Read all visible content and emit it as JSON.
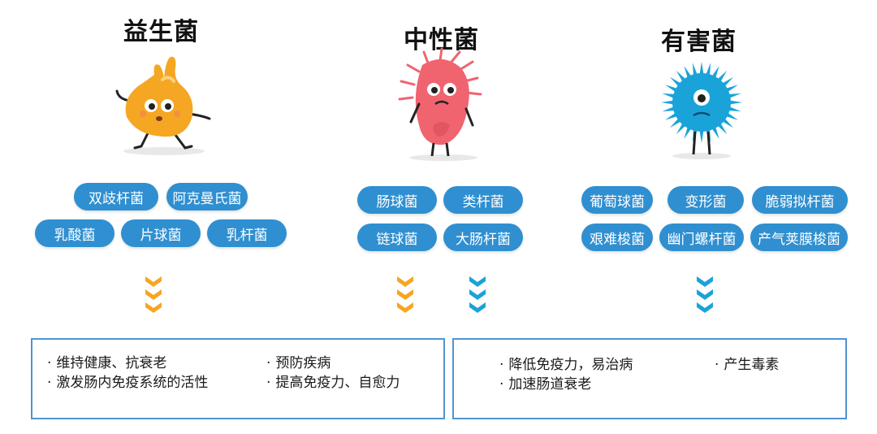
{
  "categories": {
    "good": {
      "title": "益生菌",
      "color": "#f5a623",
      "bacteria": [
        "双歧杆菌",
        "阿克曼氏菌",
        "乳酸菌",
        "片球菌",
        "乳杆菌"
      ]
    },
    "neutral": {
      "title": "中性菌",
      "color": "#f06470",
      "bacteria": [
        "肠球菌",
        "类杆菌",
        "链球菌",
        "大肠杆菌"
      ]
    },
    "harmful": {
      "title": "有害菌",
      "color": "#1aa3d9",
      "bacteria": [
        "葡萄球菌",
        "变形菌",
        "脆弱拟杆菌",
        "艰难梭菌",
        "幽门螺杆菌",
        "产气荚膜梭菌"
      ]
    }
  },
  "pill_color": "#2f8fd0",
  "chevron_colors": {
    "orange": "#f5a623",
    "blue": "#1aa3d9"
  },
  "box_border_color": "#4f95cf",
  "effects": {
    "positive": [
      "维持健康、抗衰老",
      "预防疾病",
      "激发肠内免疫系统的活性",
      "提高免疫力、自愈力"
    ],
    "negative": [
      "降低免疫力，易治病",
      "产生毒素",
      "加速肠道衰老"
    ]
  },
  "bullet": "·"
}
